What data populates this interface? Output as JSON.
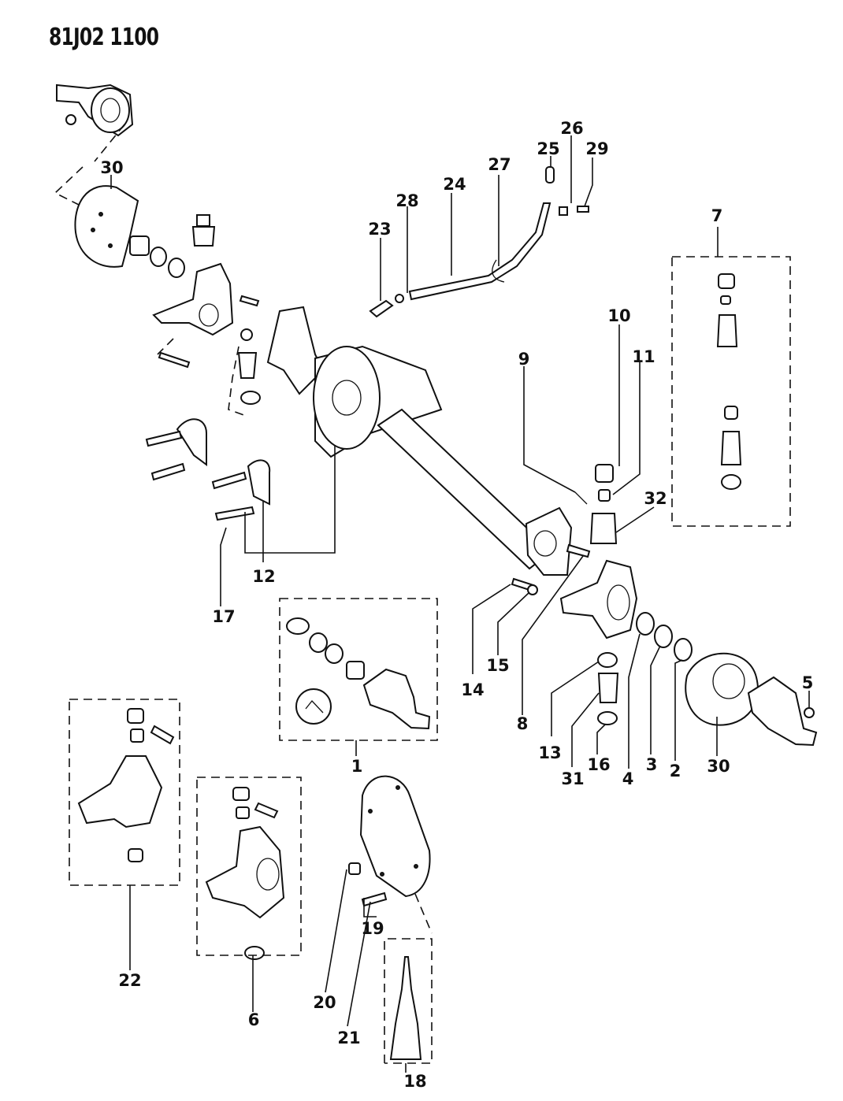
{
  "figure_code": "81J02 1100",
  "callouts": [
    {
      "id": "c30a",
      "text": "30"
    },
    {
      "id": "c26",
      "text": "26"
    },
    {
      "id": "c25",
      "text": "25"
    },
    {
      "id": "c29",
      "text": "29"
    },
    {
      "id": "c27",
      "text": "27"
    },
    {
      "id": "c24",
      "text": "24"
    },
    {
      "id": "c28",
      "text": "28"
    },
    {
      "id": "c23",
      "text": "23"
    },
    {
      "id": "c7",
      "text": "7"
    },
    {
      "id": "c10",
      "text": "10"
    },
    {
      "id": "c9",
      "text": "9"
    },
    {
      "id": "c11",
      "text": "11"
    },
    {
      "id": "c32",
      "text": "32"
    },
    {
      "id": "c12",
      "text": "12"
    },
    {
      "id": "c17",
      "text": "17"
    },
    {
      "id": "c14",
      "text": "14"
    },
    {
      "id": "c15",
      "text": "15"
    },
    {
      "id": "c8",
      "text": "8"
    },
    {
      "id": "c13",
      "text": "13"
    },
    {
      "id": "c5",
      "text": "5"
    },
    {
      "id": "c1",
      "text": "1"
    },
    {
      "id": "c31",
      "text": "31"
    },
    {
      "id": "c16",
      "text": "16"
    },
    {
      "id": "c4",
      "text": "4"
    },
    {
      "id": "c3",
      "text": "3"
    },
    {
      "id": "c2",
      "text": "2"
    },
    {
      "id": "c30b",
      "text": "30"
    },
    {
      "id": "c22",
      "text": "22"
    },
    {
      "id": "c6",
      "text": "6"
    },
    {
      "id": "c19",
      "text": "19"
    },
    {
      "id": "c20",
      "text": "20"
    },
    {
      "id": "c21",
      "text": "21"
    },
    {
      "id": "c18",
      "text": "18"
    }
  ]
}
